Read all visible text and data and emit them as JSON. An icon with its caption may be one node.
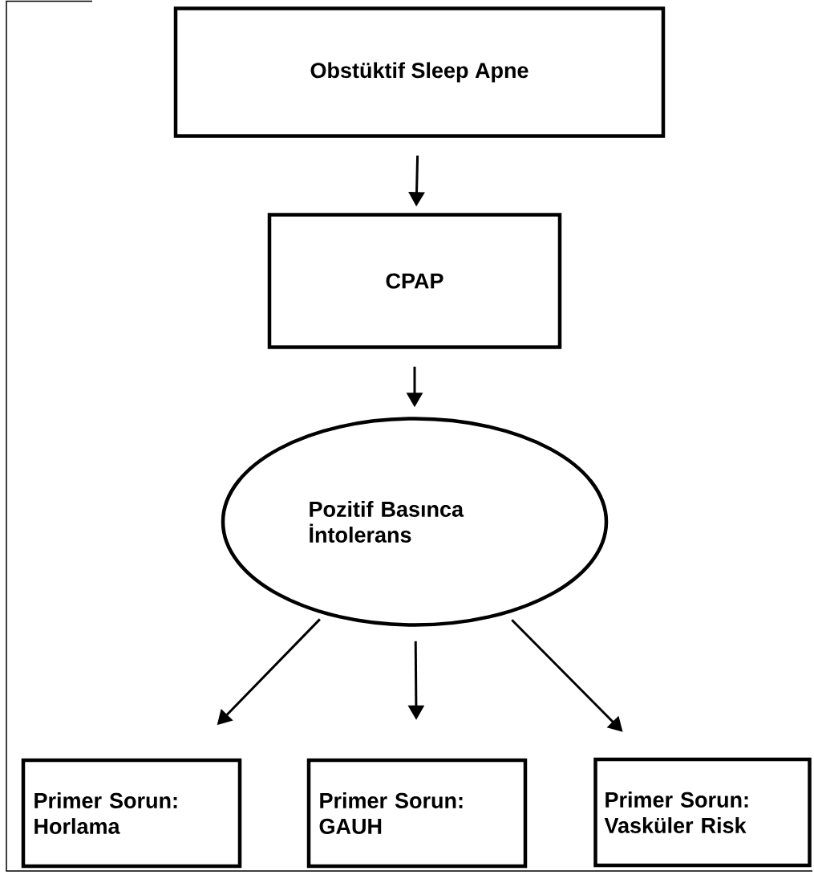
{
  "diagram": {
    "nodes": [
      {
        "text": [
          "Obstüktif Sleep Apne"
        ]
      },
      {
        "text": [
          "CPAP"
        ]
      },
      {
        "text": [
          "Pozitif Basınca İntolerans"
        ]
      },
      {
        "text": [
          "Primer Sorun: Horlama"
        ]
      },
      {
        "text": [
          "Primer Sorun: GAUH"
        ]
      },
      {
        "text": [
          "Primer Sorun: Vasküler Risk"
        ]
      }
    ],
    "edges": [
      {
        "from": 0,
        "to": 1,
        "arrow": "to"
      },
      {
        "from": 1,
        "to": 2,
        "arrow": "to"
      },
      {
        "from": 2,
        "to": 3,
        "arrow": "to"
      },
      {
        "from": 2,
        "to": 4,
        "arrow": "to"
      },
      {
        "from": 2,
        "to": 5,
        "arrow": "to"
      }
    ]
  }
}
